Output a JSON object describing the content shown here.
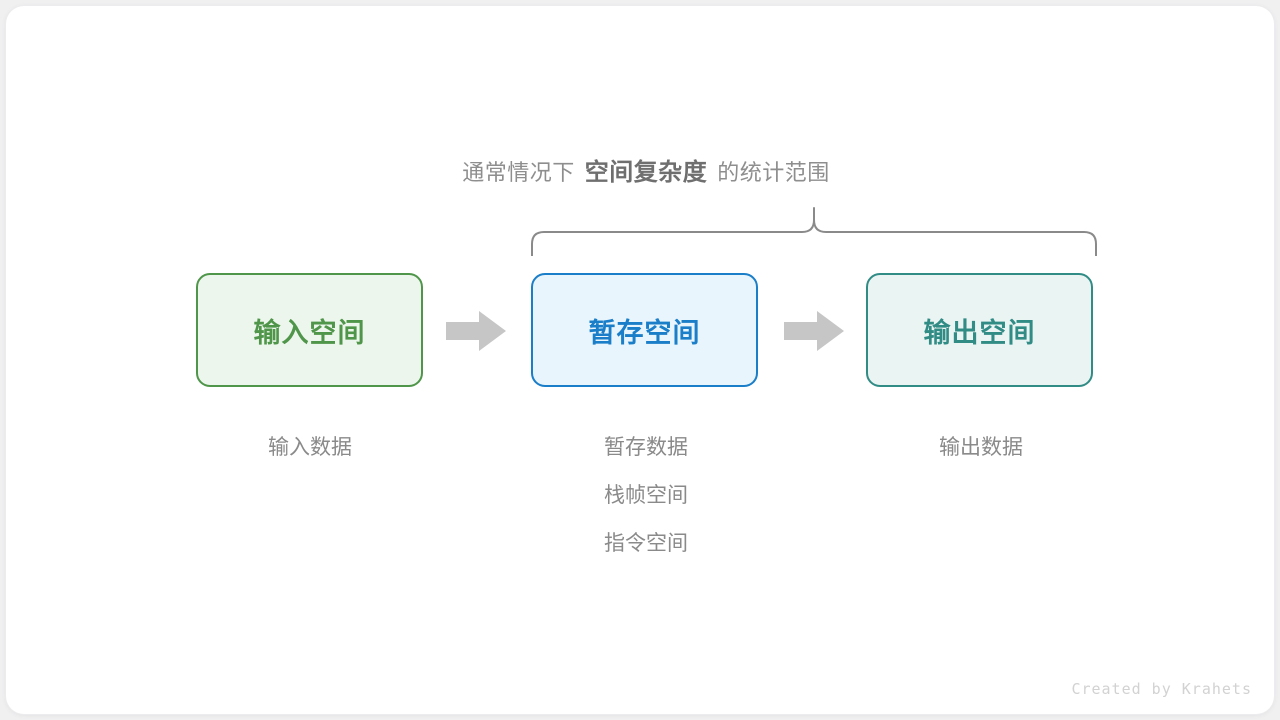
{
  "caption": {
    "prefix": "通常情况下",
    "emphasis": "空间复杂度",
    "suffix": "的统计范围"
  },
  "flow": {
    "boxes": [
      {
        "label": "输入空间",
        "fill": "#edf6ec",
        "border": "#4f964a",
        "text": "#4f964a"
      },
      {
        "label": "暂存空间",
        "fill": "#e9f5fd",
        "border": "#1a7ec8",
        "text": "#1a7ec8"
      },
      {
        "label": "输出空间",
        "fill": "#eaf4f3",
        "border": "#328c86",
        "text": "#328c86"
      }
    ],
    "arrows": [
      {
        "name": "arrow-input-to-temp"
      },
      {
        "name": "arrow-temp-to-output"
      }
    ],
    "arrow_color": "#c6c6c6"
  },
  "sublabels": {
    "input": [
      "输入数据"
    ],
    "temp": [
      "暂存数据",
      "栈帧空间",
      "指令空间"
    ],
    "output": [
      "输出数据"
    ]
  },
  "brace": {
    "color": "#8a8a8a",
    "note": "curly brace spanning the 暂存空间 and 输出空间 boxes"
  },
  "footer": {
    "credit": "Created by Krahets"
  }
}
